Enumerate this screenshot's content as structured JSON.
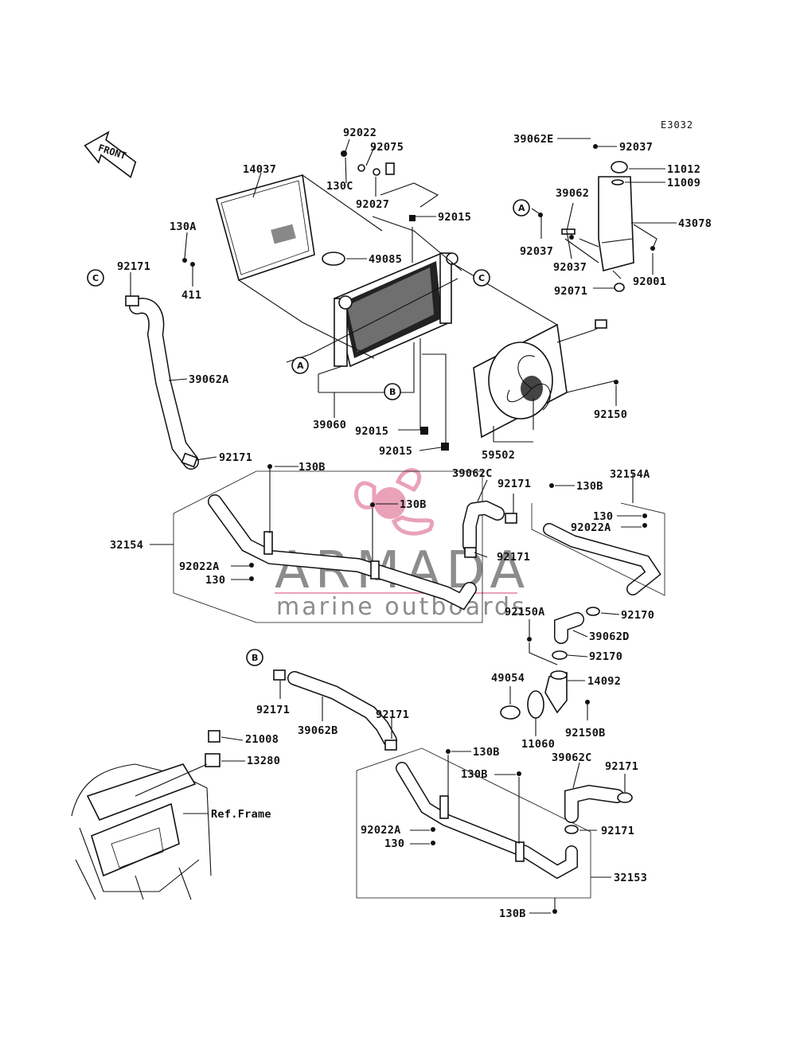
{
  "diagram": {
    "code": "E3032",
    "front_label": "FRONT",
    "callouts": [
      "A",
      "B",
      "C"
    ],
    "watermark": {
      "brand": "ARMADA",
      "tagline": "marine outboards",
      "color_pink": "#e9a2b8",
      "color_gray": "#8c8c8c"
    },
    "labels": {
      "p14037": "14037",
      "p130A": "130A",
      "p411": "411",
      "p92171_c": "92171",
      "p39062A": "39062A",
      "p92171_a": "92171",
      "p130B_1": "130B",
      "p32154": "32154",
      "p92022A_1": "92022A",
      "p130_1": "130",
      "p92022": "92022",
      "p92075": "92075",
      "p130C": "130C",
      "p92027": "92027",
      "p92015_top": "92015",
      "p49085": "49085",
      "p39060": "39060",
      "p92015_mid": "92015",
      "p92015_bot": "92015",
      "p130B_2": "130B",
      "p39062E": "39062E",
      "p92037_top": "92037",
      "p11012": "11012",
      "p11009": "11009",
      "p39062": "39062",
      "p43078": "43078",
      "p92037_l": "92037",
      "p92037_r": "92037",
      "p92001": "92001",
      "p92071": "92071",
      "p92150": "92150",
      "p59502": "59502",
      "p39062C_1": "39062C",
      "p92171_b": "92171",
      "p92171_d": "92171",
      "p130B_3": "130B",
      "p32154A": "32154A",
      "p130_2": "130",
      "p92022A_2": "92022A",
      "p92170_1": "92170",
      "p92150A": "92150A",
      "p39062D": "39062D",
      "p92170_2": "92170",
      "p14092": "14092",
      "p49054": "49054",
      "p92150B": "92150B",
      "p11060": "11060",
      "p92171_e": "92171",
      "p39062B": "39062B",
      "p92171_f": "92171",
      "p21008": "21008",
      "p13280": "13280",
      "pRefFrame": "Ref.Frame",
      "p130B_4": "130B",
      "p130B_5": "130B",
      "p39062C_2": "39062C",
      "p92171_g": "92171",
      "p92022A_3": "92022A",
      "p92171_h": "92171",
      "p130_3": "130",
      "p32153": "32153",
      "p130B_6": "130B"
    }
  }
}
